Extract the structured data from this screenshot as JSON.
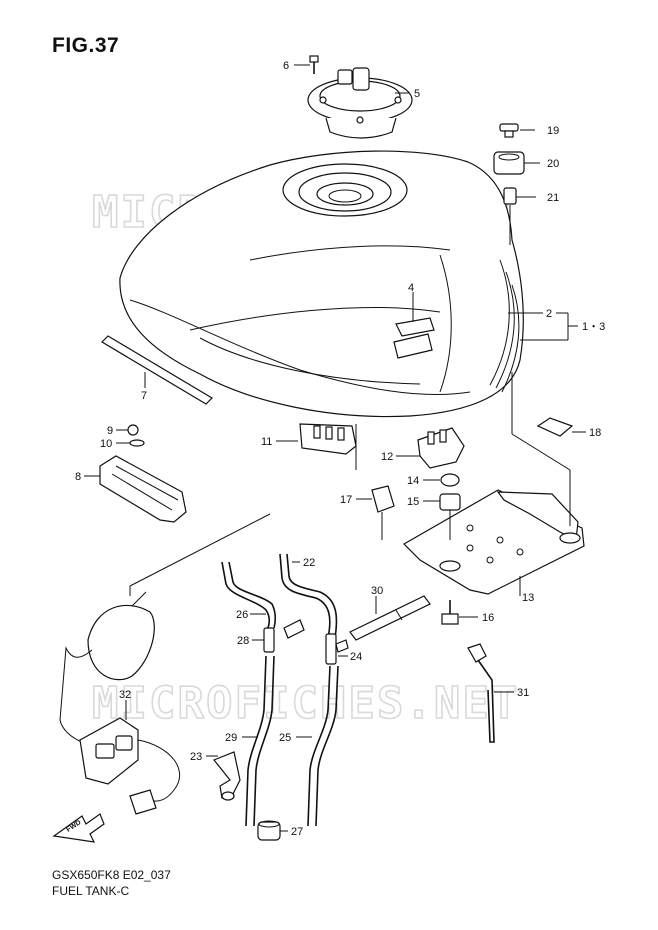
{
  "figure": {
    "title": "FIG.37"
  },
  "watermark": {
    "text": "MICROFICHES.NET"
  },
  "footer": {
    "model_code": "GSX650FK8 E02_037",
    "section_name": "FUEL TANK-C"
  },
  "direction_label": "FWD",
  "callouts": [
    "1・3",
    "2",
    "4",
    "5",
    "6",
    "7",
    "8",
    "9",
    "10",
    "11",
    "12",
    "13",
    "14",
    "15",
    "16",
    "17",
    "18",
    "19",
    "20",
    "21",
    "22",
    "23",
    "24",
    "25",
    "26",
    "27",
    "28",
    "29",
    "30",
    "31",
    "32"
  ]
}
